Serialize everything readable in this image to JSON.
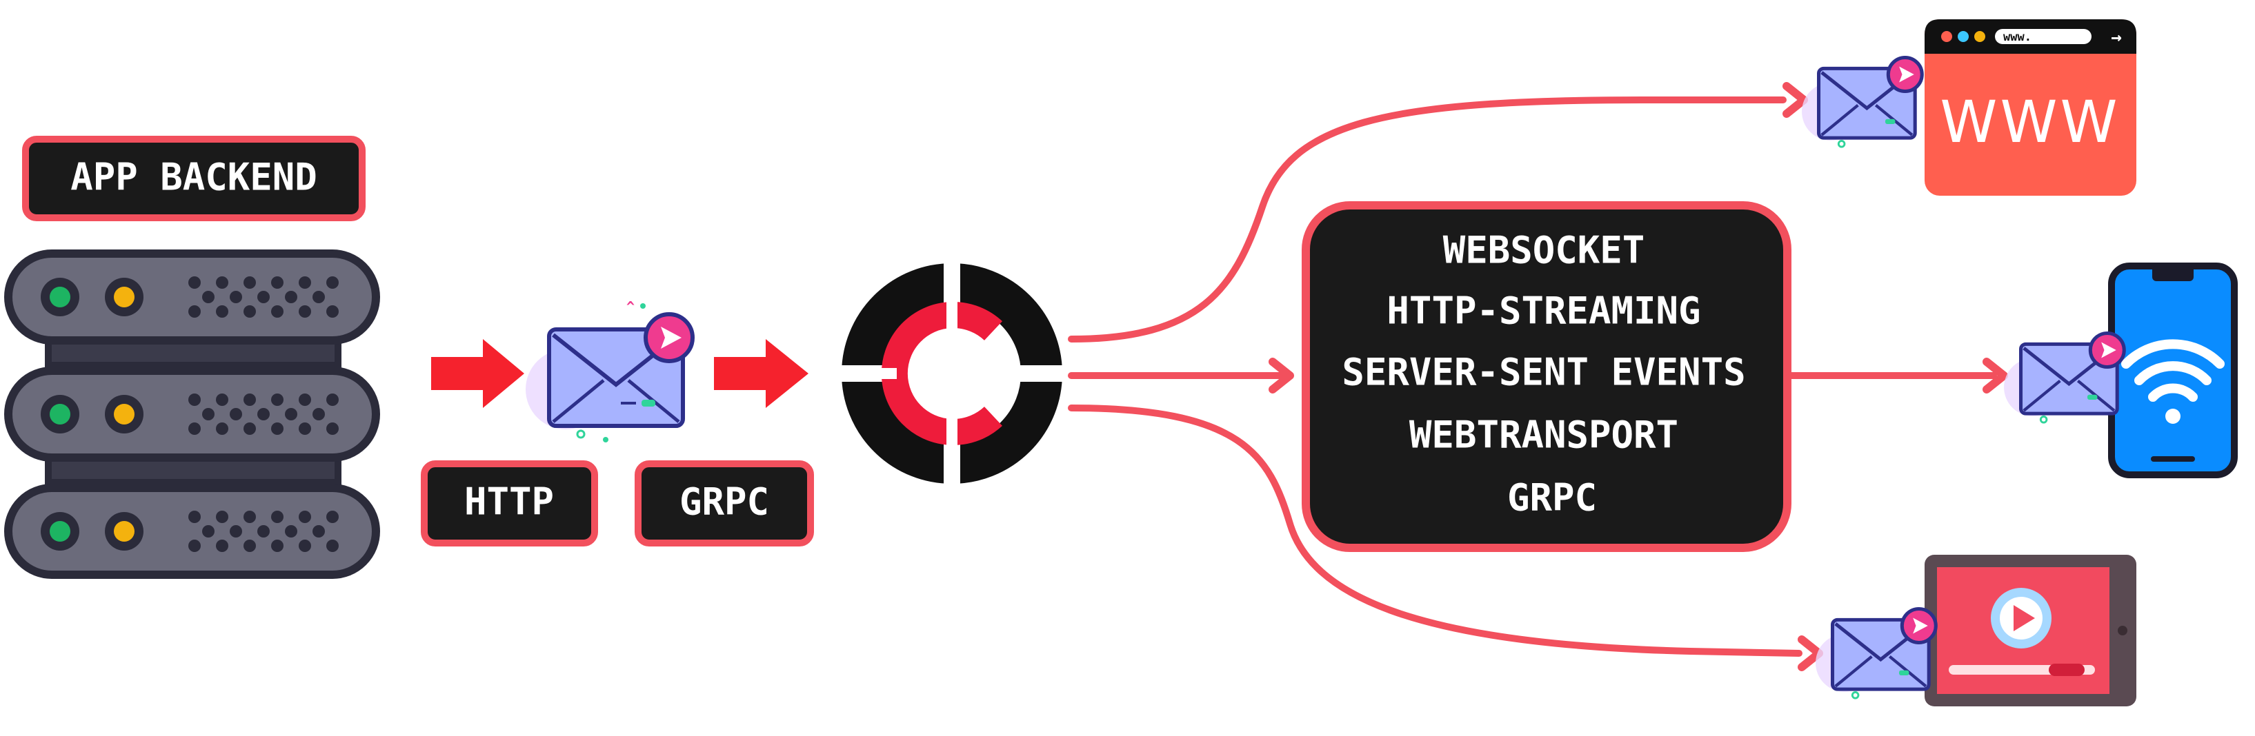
{
  "backend": {
    "label": "APP BACKEND"
  },
  "protocols_in": {
    "http_label": "HTTP",
    "grpc_label": "GRPC"
  },
  "transports": {
    "items": [
      "WEBSOCKET",
      "HTTP-STREAMING",
      "SERVER-SENT EVENTS",
      "WEBTRANSPORT",
      "GRPC"
    ]
  },
  "browser": {
    "url_text": "www.",
    "content_text": "WWW"
  },
  "colors": {
    "accent": "#f2505d",
    "arrow_red": "#f5222d",
    "dark": "#1a1a1a",
    "outline": "#2b2b3a",
    "server_body": "#6b6b7b",
    "envelope": "#a7b3ff",
    "badge": "#ef3b8f",
    "browser_red": "#ff5f4f",
    "phone_blue": "#0a8cff",
    "tablet_screen": "#f24a5f",
    "logo_red": "#ee1c3b",
    "led_green": "#1db462",
    "led_yellow": "#f4b20e"
  },
  "icons": [
    "server-rack-icon",
    "envelope-icon",
    "relay-logo-icon",
    "browser-window-icon",
    "smartphone-wifi-icon",
    "tablet-video-icon"
  ]
}
